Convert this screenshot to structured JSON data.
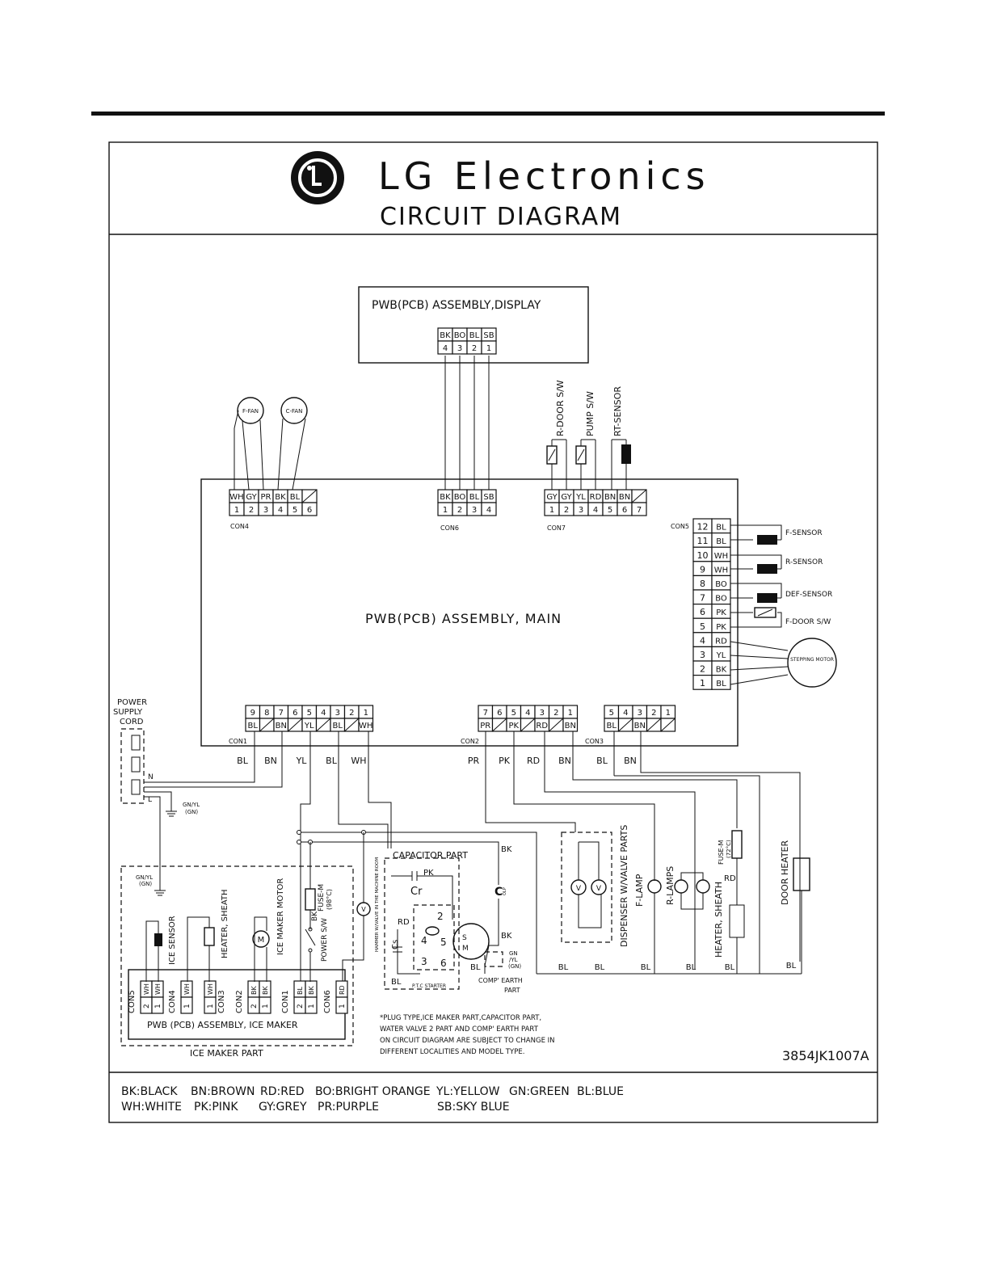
{
  "header": {
    "brand_title": "LG Electronics",
    "subtitle": "CIRCUIT DIAGRAM",
    "logo_icon": "lg-logo-icon"
  },
  "display_pcb": {
    "title": "PWB(PCB) ASSEMBLY,DISPLAY",
    "colors": [
      "BK",
      "BO",
      "BL",
      "SB"
    ],
    "pins": [
      "4",
      "3",
      "2",
      "1"
    ]
  },
  "main_pcb": {
    "title": "PWB(PCB) ASSEMBLY, MAIN"
  },
  "fans": {
    "f_fan": "F-FAN",
    "c_fan": "C-FAN"
  },
  "switches": {
    "r_door": "R-DOOR S/W",
    "pump": "PUMP S/W",
    "rt_sensor": "RT-SENSOR"
  },
  "con4": {
    "label": "CON4",
    "colors": [
      "WH",
      "GY",
      "PR",
      "BK",
      "BL",
      ""
    ],
    "pins": [
      "1",
      "2",
      "3",
      "4",
      "5",
      "6"
    ]
  },
  "con6": {
    "label": "CON6",
    "colors": [
      "BK",
      "BO",
      "BL",
      "SB"
    ],
    "pins": [
      "1",
      "2",
      "3",
      "4"
    ]
  },
  "con7": {
    "label": "CON7",
    "colors": [
      "GY",
      "GY",
      "YL",
      "RD",
      "BN",
      "BN",
      ""
    ],
    "pins": [
      "1",
      "2",
      "3",
      "4",
      "5",
      "6",
      "7"
    ]
  },
  "con5": {
    "label": "CON5",
    "pins": [
      "12",
      "11",
      "10",
      "9",
      "8",
      "7",
      "6",
      "5",
      "4",
      "3",
      "2",
      "1"
    ],
    "colors": [
      "BL",
      "BL",
      "WH",
      "WH",
      "BO",
      "BO",
      "PK",
      "PK",
      "RD",
      "YL",
      "BK",
      "BL"
    ]
  },
  "sensors": {
    "f_sensor": "F-SENSOR",
    "r_sensor": "R-SENSOR",
    "def_sensor": "DEF-SENSOR",
    "f_door": "F-DOOR S/W",
    "stepping_motor": "STEPPING MOTOR"
  },
  "con1": {
    "label": "CON1",
    "pins": [
      "9",
      "8",
      "7",
      "6",
      "5",
      "4",
      "3",
      "2",
      "1"
    ],
    "colors": [
      "BL",
      "",
      "BN",
      "",
      "YL",
      "",
      "BL",
      "",
      "WH"
    ]
  },
  "con2": {
    "label": "CON2",
    "pins": [
      "7",
      "6",
      "5",
      "4",
      "3",
      "2",
      "1"
    ],
    "colors": [
      "PR",
      "",
      "PK",
      "",
      "RD",
      "",
      "BN"
    ]
  },
  "con3": {
    "label": "CON3",
    "pins": [
      "5",
      "4",
      "3",
      "2",
      "1"
    ],
    "colors": [
      "BL",
      "",
      "BN",
      "",
      ""
    ]
  },
  "power_cord": {
    "label_1": "POWER",
    "label_2": "SUPPLY",
    "label_3": "CORD",
    "n": "N",
    "l": "L",
    "ground": "GN/YL",
    "ground_2": "(GN)"
  },
  "wire_labels": {
    "con1": [
      "BL",
      "BN",
      "YL",
      "BL",
      "WH"
    ],
    "con2": [
      "PR",
      "PK",
      "RD",
      "BN"
    ],
    "con3": [
      "BL",
      "BN"
    ]
  },
  "capacitor_part": {
    "title": "CAPACITOR PART",
    "pk": "PK",
    "cr": "Cr",
    "rd": "RD",
    "cs": "Cs",
    "bl": "BL",
    "bk_top": "BK",
    "bk_bottom": "BK",
    "ptc": "P.T.C STARTER",
    "olp": "OLP",
    "pins": [
      "2",
      "4",
      "5",
      "3",
      "6"
    ],
    "motor_s": "S",
    "motor_m": "M",
    "earth_bl": "BL",
    "gn": "GN",
    "gn_2": "/YL",
    "gn_3": "(GN)",
    "earth_label_1": "COMP' EARTH",
    "earth_label_2": "PART"
  },
  "right_loads": {
    "dispenser": "DISPENSER W/VALVE PARTS",
    "f_lamp": "F-LAMP",
    "r_lamps": "R-LAMPS",
    "fuse": "FUSE-M",
    "fuse_temp": "(72°C)",
    "fuse_rd": "RD",
    "heater_sheath": "HEATER, SHEATH",
    "door_heater": "DOOR HEATER",
    "bl_labels": [
      "BL",
      "BL",
      "BL",
      "BL",
      "BL",
      "BL"
    ]
  },
  "machine_room": "HAMMER W/VALVE IN THE MACHINE ROOM",
  "ice_maker": {
    "ground": "GN/YL",
    "ground_2": "(GN)",
    "ice_sensor": "ICE SENSOR",
    "heater": "HEATER, SHEATH",
    "motor": "ICE MAKER MOTOR",
    "fuse": "FUSE-M",
    "fuse_temp": "(98°C)",
    "fuse_bk": "BK",
    "power_sw": "POWER S/W",
    "connectors": [
      "CON5",
      "CON4",
      "CON3",
      "CON2",
      "CON1",
      "CON6"
    ],
    "con5_cells": [
      "WH",
      "WH"
    ],
    "con5_pins": [
      "2",
      "1"
    ],
    "con4_cells": [
      "WH"
    ],
    "con4_pins": [
      "1"
    ],
    "con3_cells": [
      "WH"
    ],
    "con3_pins": [
      "1"
    ],
    "con2_cells": [
      "BK",
      "BK"
    ],
    "con2_pins": [
      "2",
      "1"
    ],
    "con1_cells": [
      "BL",
      "BK"
    ],
    "con1_pins": [
      "2",
      "1"
    ],
    "con6_cells": [
      "RD"
    ],
    "con6_pins": [
      "1"
    ],
    "pcb_title": "PWB (PCB) ASSEMBLY, ICE MAKER",
    "part_label": "ICE MAKER PART"
  },
  "note": [
    "*PLUG TYPE,ICE MAKER PART,CAPACITOR PART,",
    "WATER VALVE 2 PART AND COMP' EARTH PART",
    "ON CIRCUIT DIAGRAM ARE SUBJECT TO CHANGE IN",
    "DIFFERENT LOCALITIES AND MODEL TYPE."
  ],
  "part_number": "3854JK1007A",
  "legend": {
    "row1": [
      "BK:BLACK",
      "BN:BROWN",
      "RD:RED",
      "BO:BRIGHT ORANGE",
      "YL:YELLOW",
      "GN:GREEN",
      "BL:BLUE"
    ],
    "row2": [
      "WH:WHITE",
      "PK:PINK",
      "GY:GREY",
      "PR:PURPLE",
      "SB:SKY BLUE"
    ]
  }
}
